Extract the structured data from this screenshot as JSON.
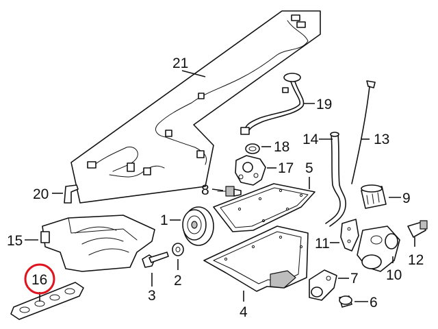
{
  "callouts": [
    {
      "id": "1",
      "label": "1"
    },
    {
      "id": "2",
      "label": "2"
    },
    {
      "id": "3",
      "label": "3"
    },
    {
      "id": "4",
      "label": "4"
    },
    {
      "id": "5",
      "label": "5"
    },
    {
      "id": "6",
      "label": "6"
    },
    {
      "id": "7",
      "label": "7"
    },
    {
      "id": "8",
      "label": "8"
    },
    {
      "id": "9",
      "label": "9"
    },
    {
      "id": "10",
      "label": "10"
    },
    {
      "id": "11",
      "label": "11"
    },
    {
      "id": "12",
      "label": "12"
    },
    {
      "id": "13",
      "label": "13"
    },
    {
      "id": "14",
      "label": "14"
    },
    {
      "id": "15",
      "label": "15"
    },
    {
      "id": "16",
      "label": "16"
    },
    {
      "id": "17",
      "label": "17"
    },
    {
      "id": "18",
      "label": "18"
    },
    {
      "id": "19",
      "label": "19"
    },
    {
      "id": "20",
      "label": "20"
    },
    {
      "id": "21",
      "label": "21"
    }
  ],
  "highlight": {
    "callout": "16",
    "color": "#e0141e"
  },
  "colors": {
    "line": "#111111",
    "background": "#ffffff"
  }
}
